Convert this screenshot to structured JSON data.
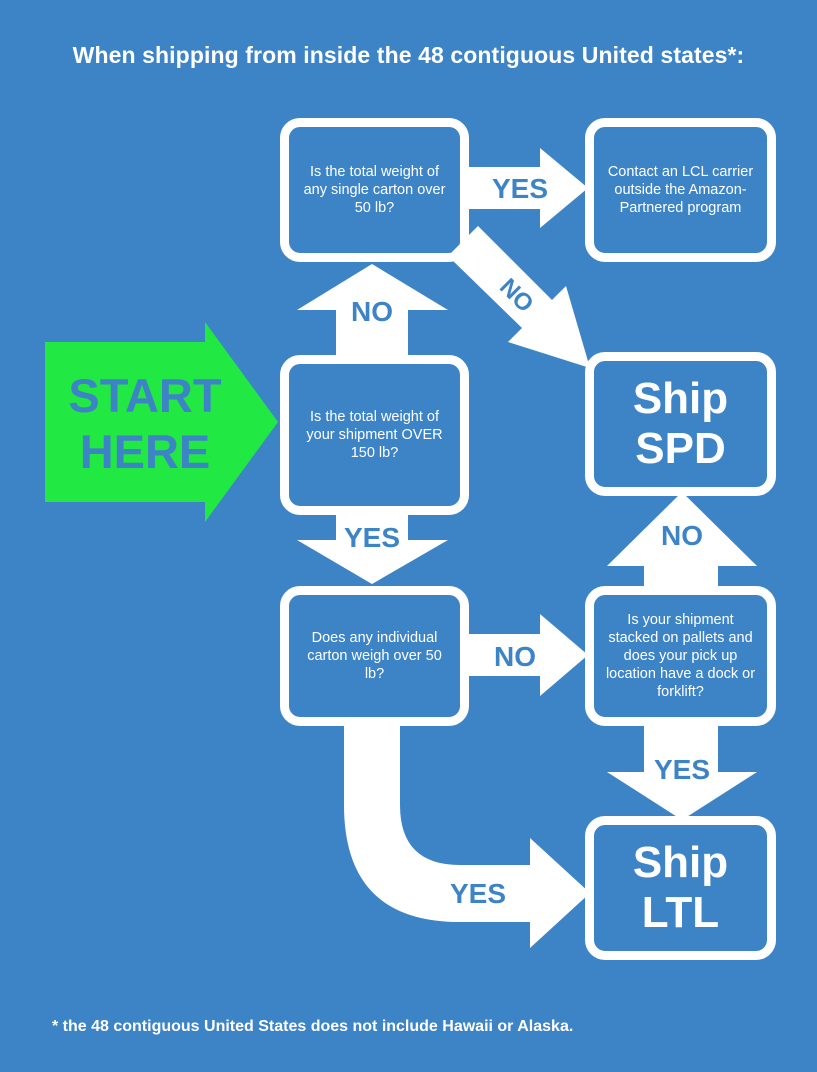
{
  "title": "When shipping from inside the 48 contiguous United states*:",
  "start": "START\nHERE",
  "nodes": {
    "q_shipment_over_150": "Is the total weight of your shipment OVER 150 lb?",
    "q_carton_over_50_top": "Is the total weight of any single carton over 50 lb?",
    "contact_lcl": "Contact an LCL carrier outside the Amazon-Partnered program",
    "q_carton_over_50_bottom": "Does any individual carton weigh over 50 lb?",
    "q_pallets_dock": "Is your shipment stacked on pallets and does your pick up location have a dock or forklift?",
    "ship_spd": "Ship\nSPD",
    "ship_ltl": "Ship\nLTL"
  },
  "labels": {
    "no_up": "NO",
    "yes_top": "YES",
    "no_diagonal": "NO",
    "yes_down": "YES",
    "no_middle": "NO",
    "no_right_up": "NO",
    "yes_right_down": "YES",
    "yes_curve": "YES"
  },
  "colors": {
    "background": "#3d84c6",
    "arrow": "#ffffff",
    "start_arrow": "#21e842"
  },
  "footnote": "* the 48 contiguous United States does not include Hawaii or Alaska."
}
